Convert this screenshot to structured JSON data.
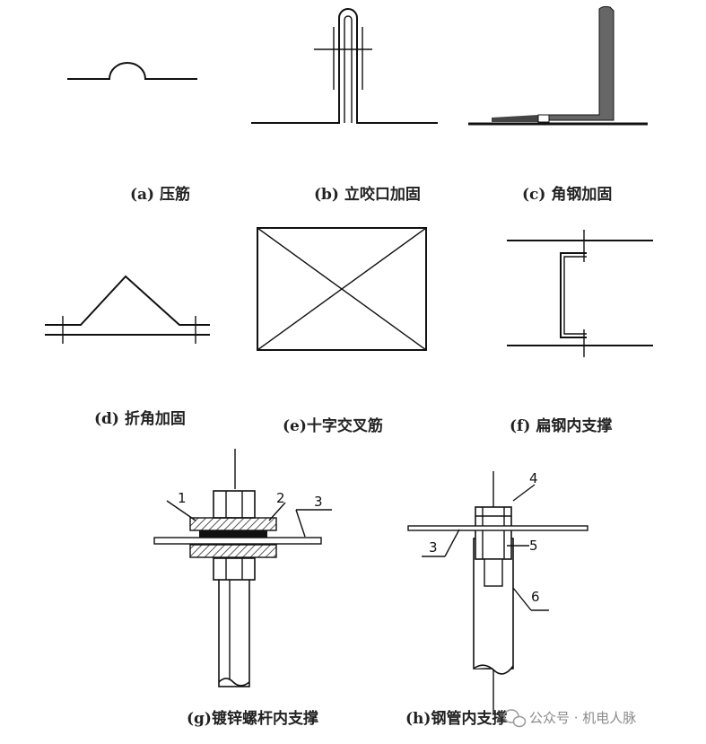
{
  "captions": {
    "a": "(a) 压筋",
    "b": "(b) 立咬口加固",
    "c": "(c) 角钢加固",
    "d": "(d) 折角加固",
    "e": "(e)十字交叉筋",
    "f": "(f) 扁钢内支撑",
    "g": "(g)镀锌螺杆内支撑",
    "h": "(h)钢管内支撑"
  },
  "labels": {
    "g1": "1",
    "g2": "2",
    "g3": "3",
    "h3": "3",
    "h4": "4",
    "h5": "5",
    "h6": "6"
  },
  "watermark": {
    "icon": "wechat-icon",
    "text": "公众号 · 机电人脉"
  }
}
